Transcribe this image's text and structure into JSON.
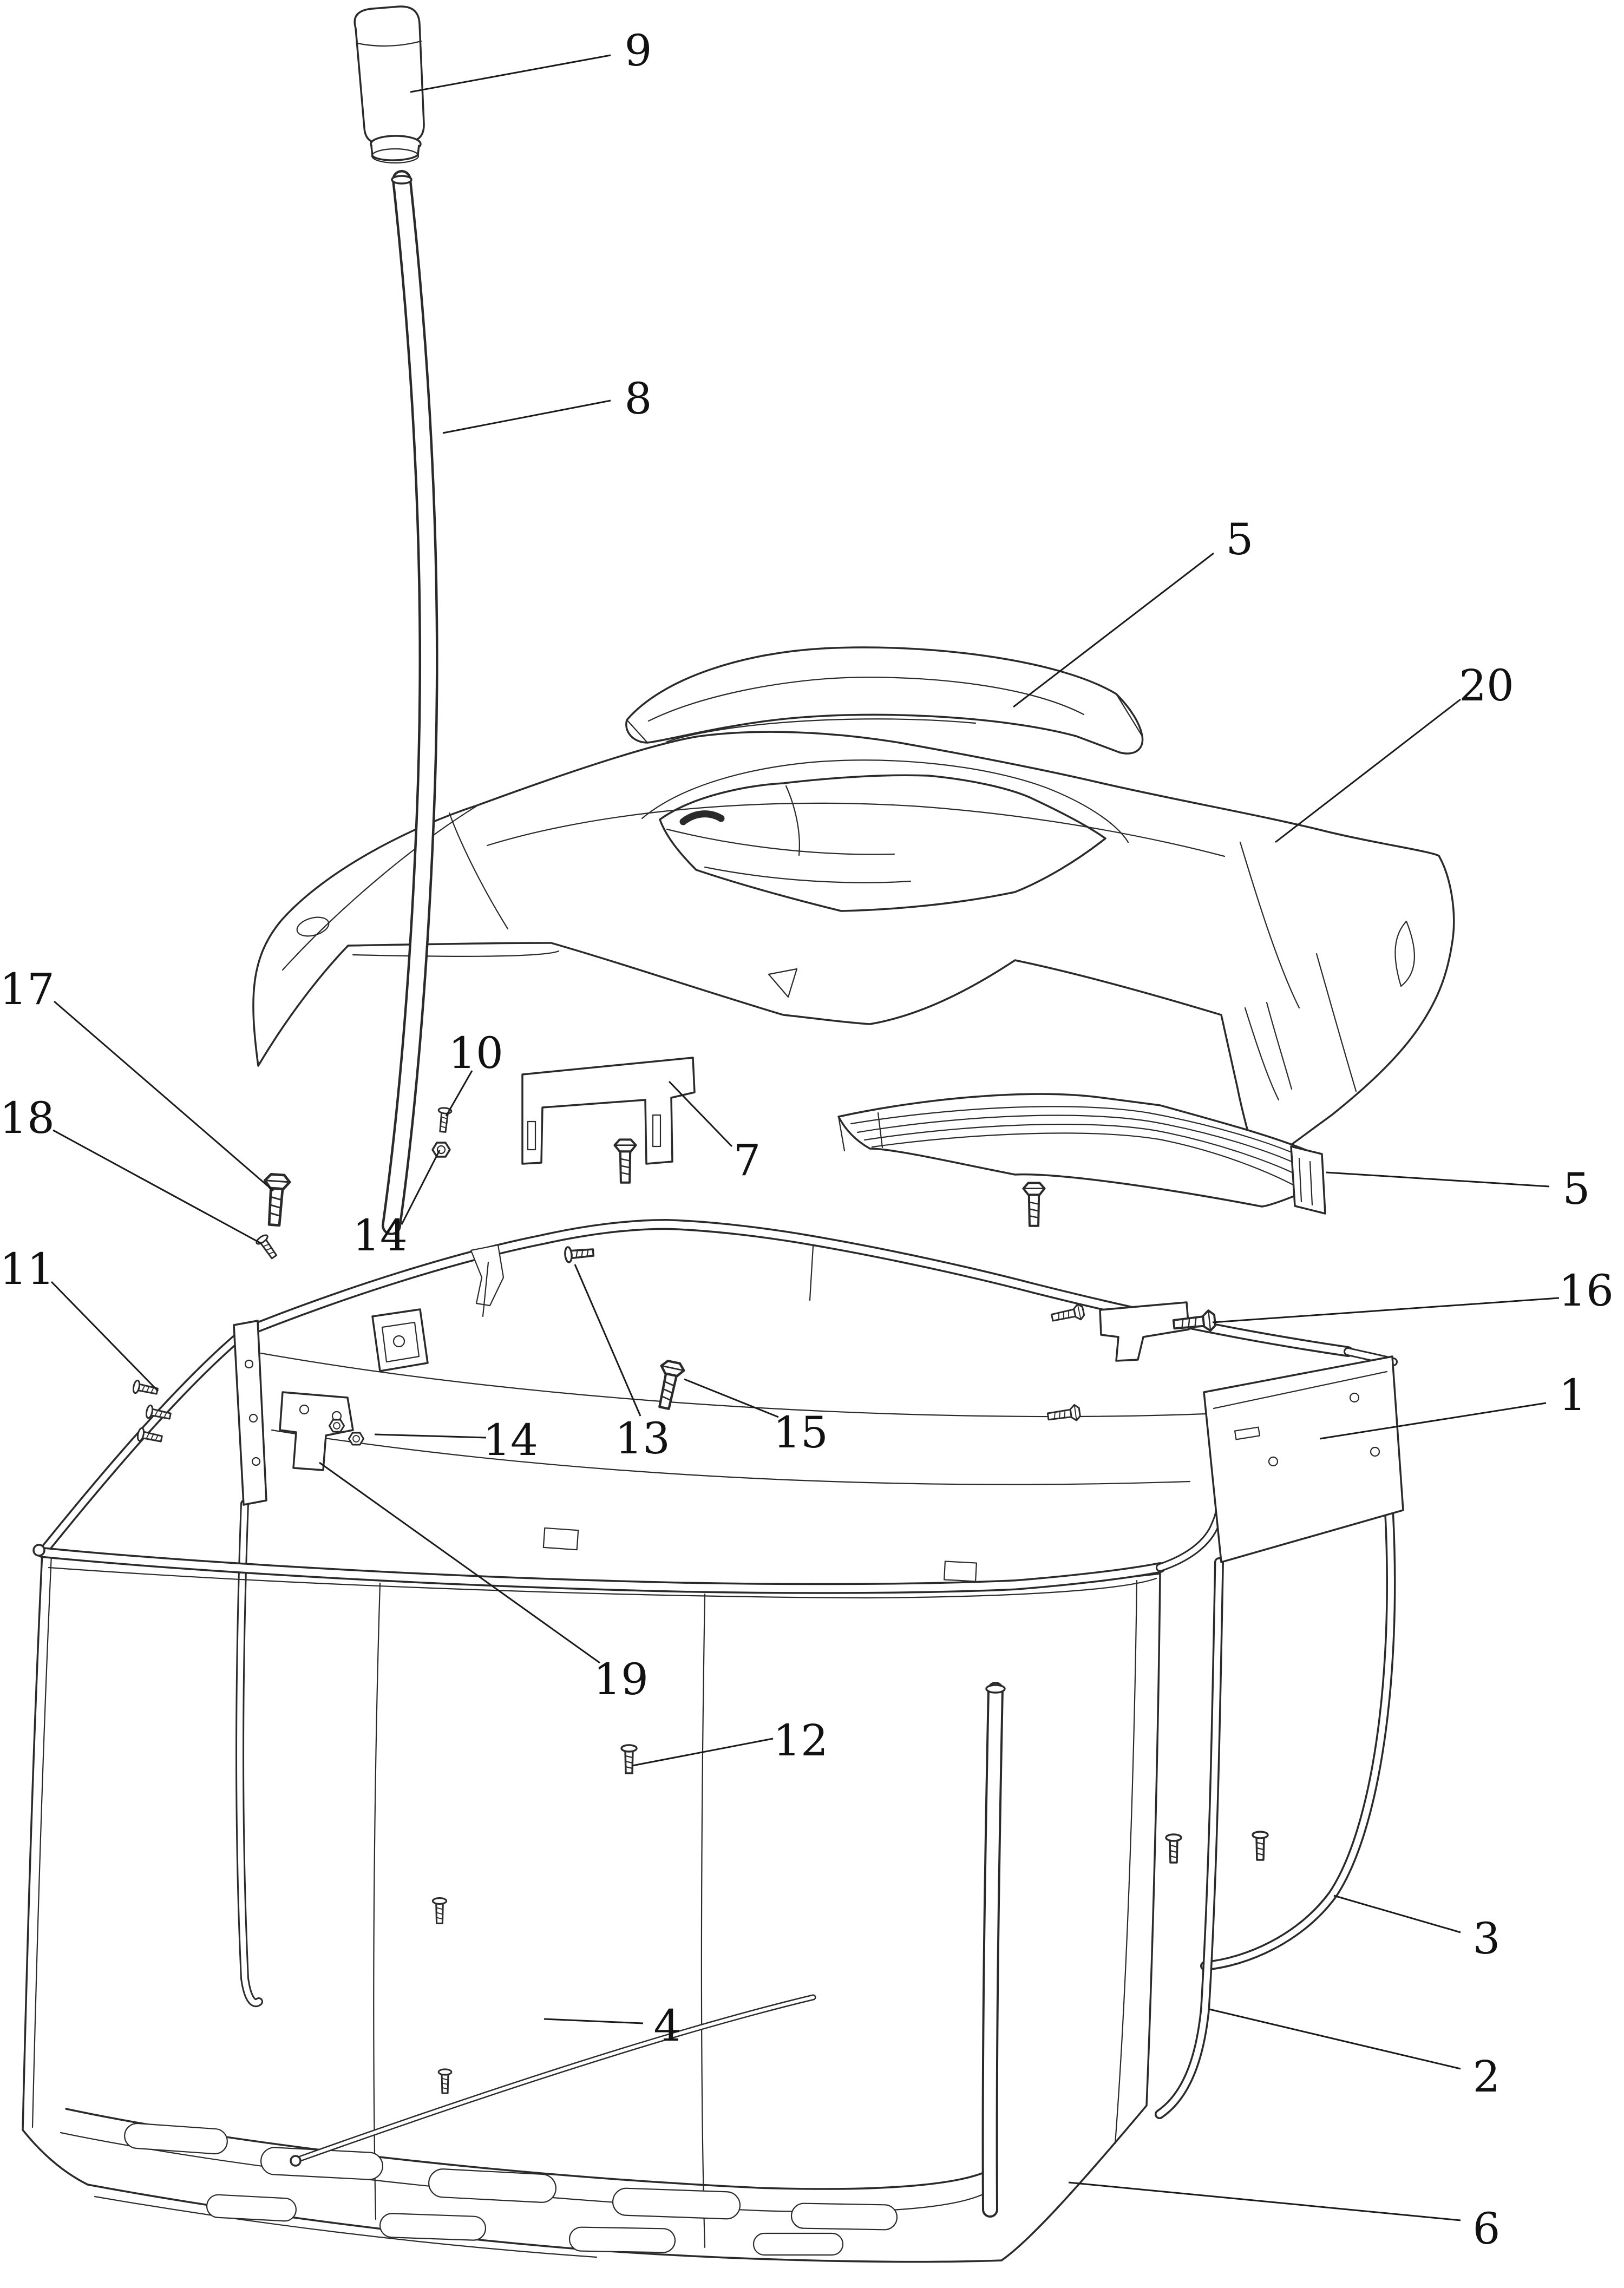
{
  "diagram": {
    "background_color": "#ffffff",
    "line_color": "#2a2a2a",
    "callouts": [
      {
        "label": "9"
      },
      {
        "label": "8"
      },
      {
        "label": "5"
      },
      {
        "label": "20"
      },
      {
        "label": "17"
      },
      {
        "label": "10"
      },
      {
        "label": "18"
      },
      {
        "label": "7"
      },
      {
        "label": "5"
      },
      {
        "label": "14"
      },
      {
        "label": "11"
      },
      {
        "label": "16"
      },
      {
        "label": "1"
      },
      {
        "label": "13"
      },
      {
        "label": "15"
      },
      {
        "label": "14"
      },
      {
        "label": "19"
      },
      {
        "label": "12"
      },
      {
        "label": "3"
      },
      {
        "label": "2"
      },
      {
        "label": "4"
      },
      {
        "label": "6"
      }
    ]
  }
}
